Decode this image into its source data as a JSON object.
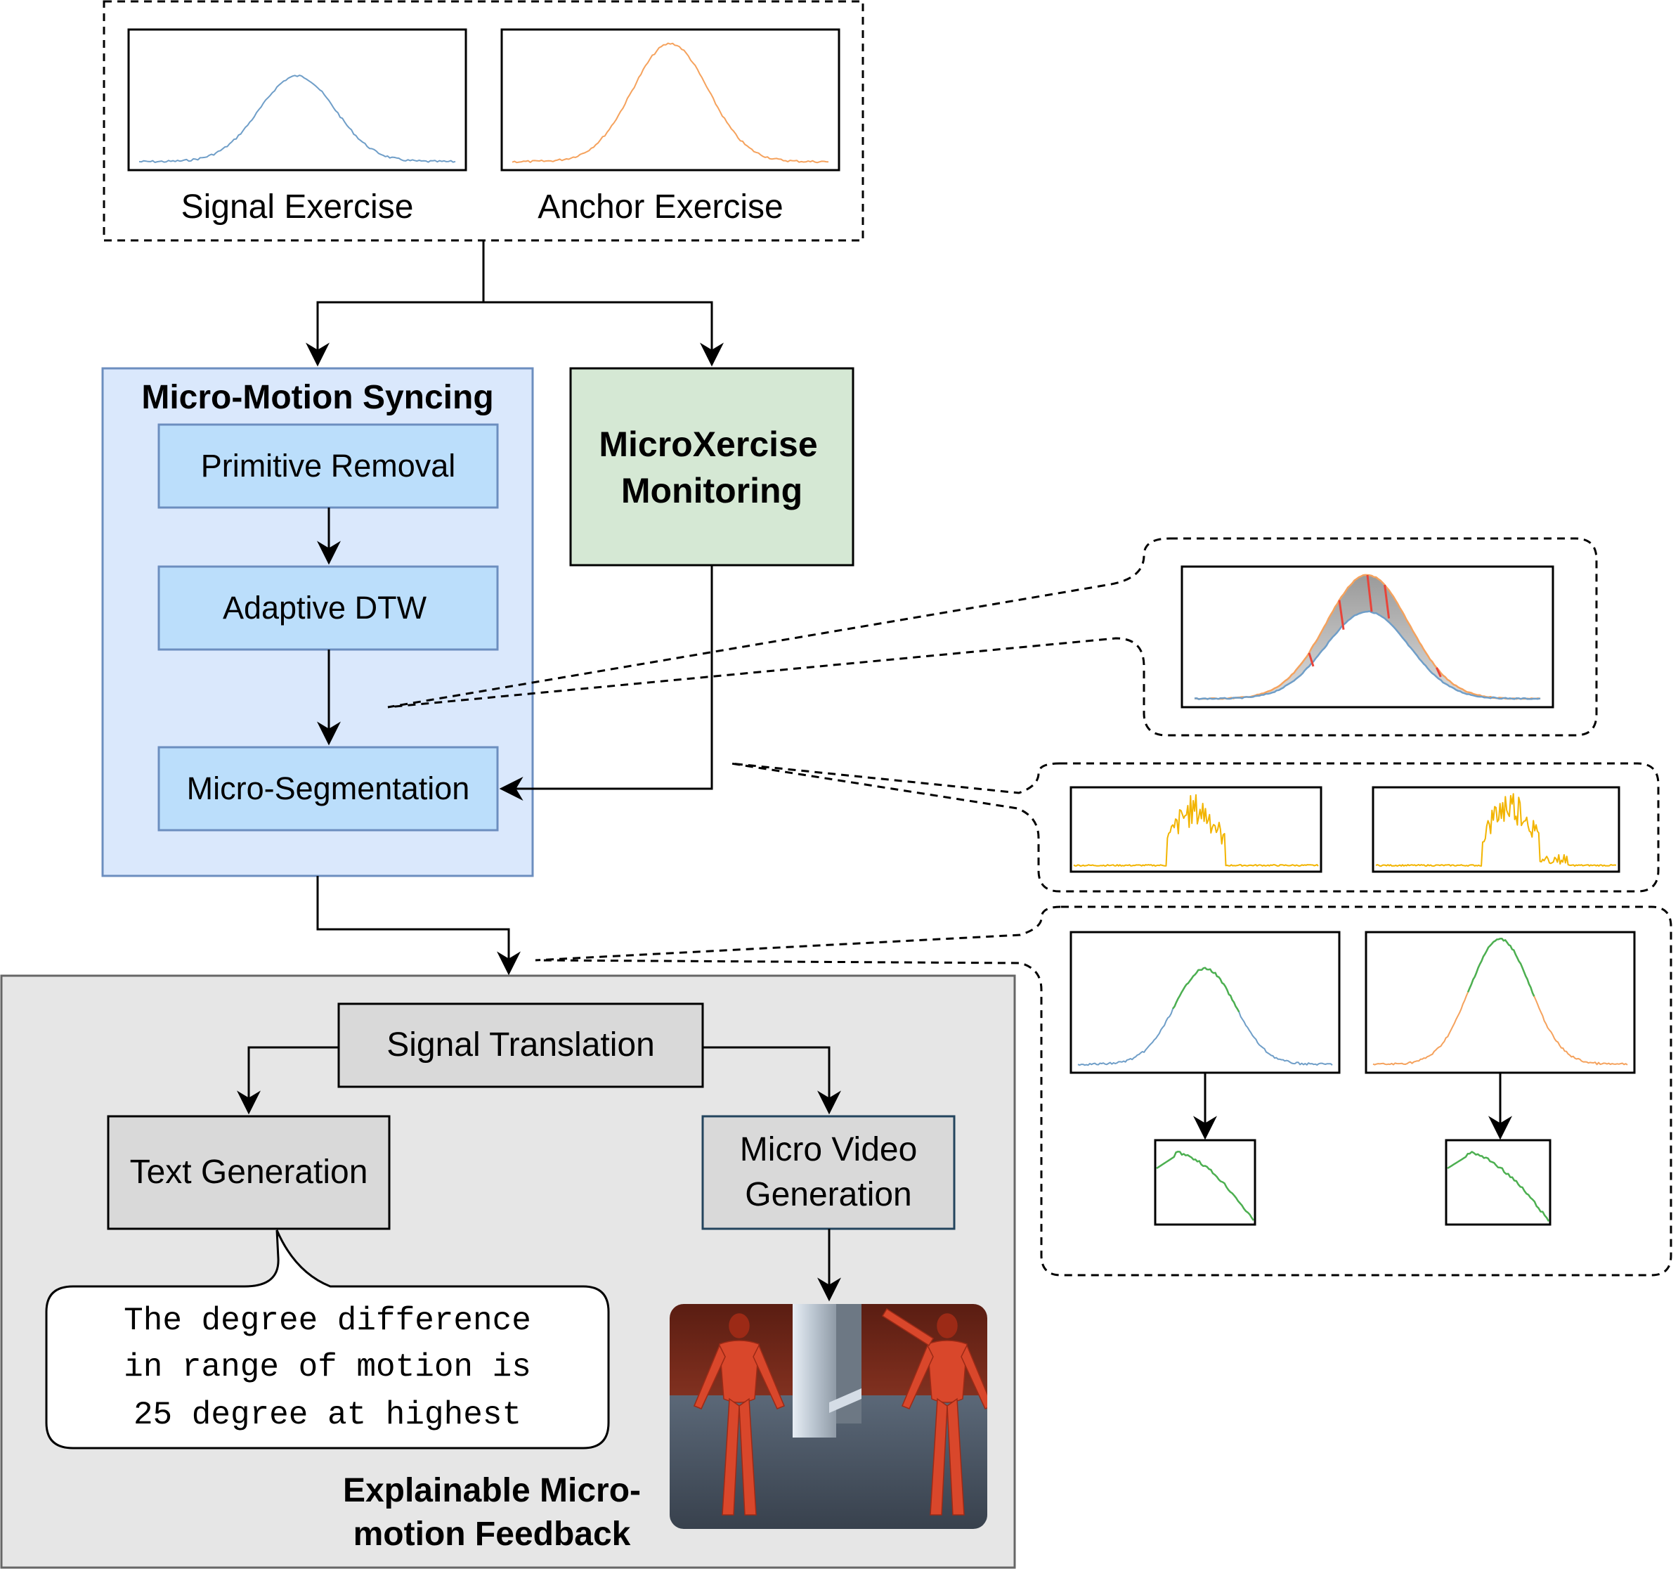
{
  "input": {
    "signal_label": "Signal Exercise",
    "anchor_label": "Anchor Exercise"
  },
  "syncing": {
    "title": "Micro-Motion Syncing",
    "steps": [
      "Primitive Removal",
      "Adaptive DTW",
      "Micro-Segmentation"
    ]
  },
  "monitoring": {
    "line1": "MicroXercise",
    "line2": "Monitoring"
  },
  "feedback": {
    "signal_translation": "Signal Translation",
    "text_generation": "Text Generation",
    "video_line1": "Micro Video",
    "video_line2": "Generation",
    "speech": [
      "The degree difference",
      "in range of motion is",
      "25 degree at highest"
    ],
    "section_line1": "Explainable Micro-",
    "section_line2": "motion Feedback"
  },
  "colors": {
    "signal_blue": "#6f9ec8",
    "anchor_orange": "#f5a25d",
    "difference_yellow": "#f2b400",
    "match_green": "#4caf50",
    "warp_red": "#e8443a",
    "syncing_fill": "#dae8fc",
    "syncing_border": "#6c8ebf",
    "step_fill": "#bbdefb",
    "monitoring_fill": "#d5e8d4",
    "feedback_fill": "#e6e6e6",
    "node_fill": "#d9d9d9",
    "video_border": "#23445d"
  },
  "icons": {
    "avatar": "muscle-anatomy-figure-icon"
  }
}
